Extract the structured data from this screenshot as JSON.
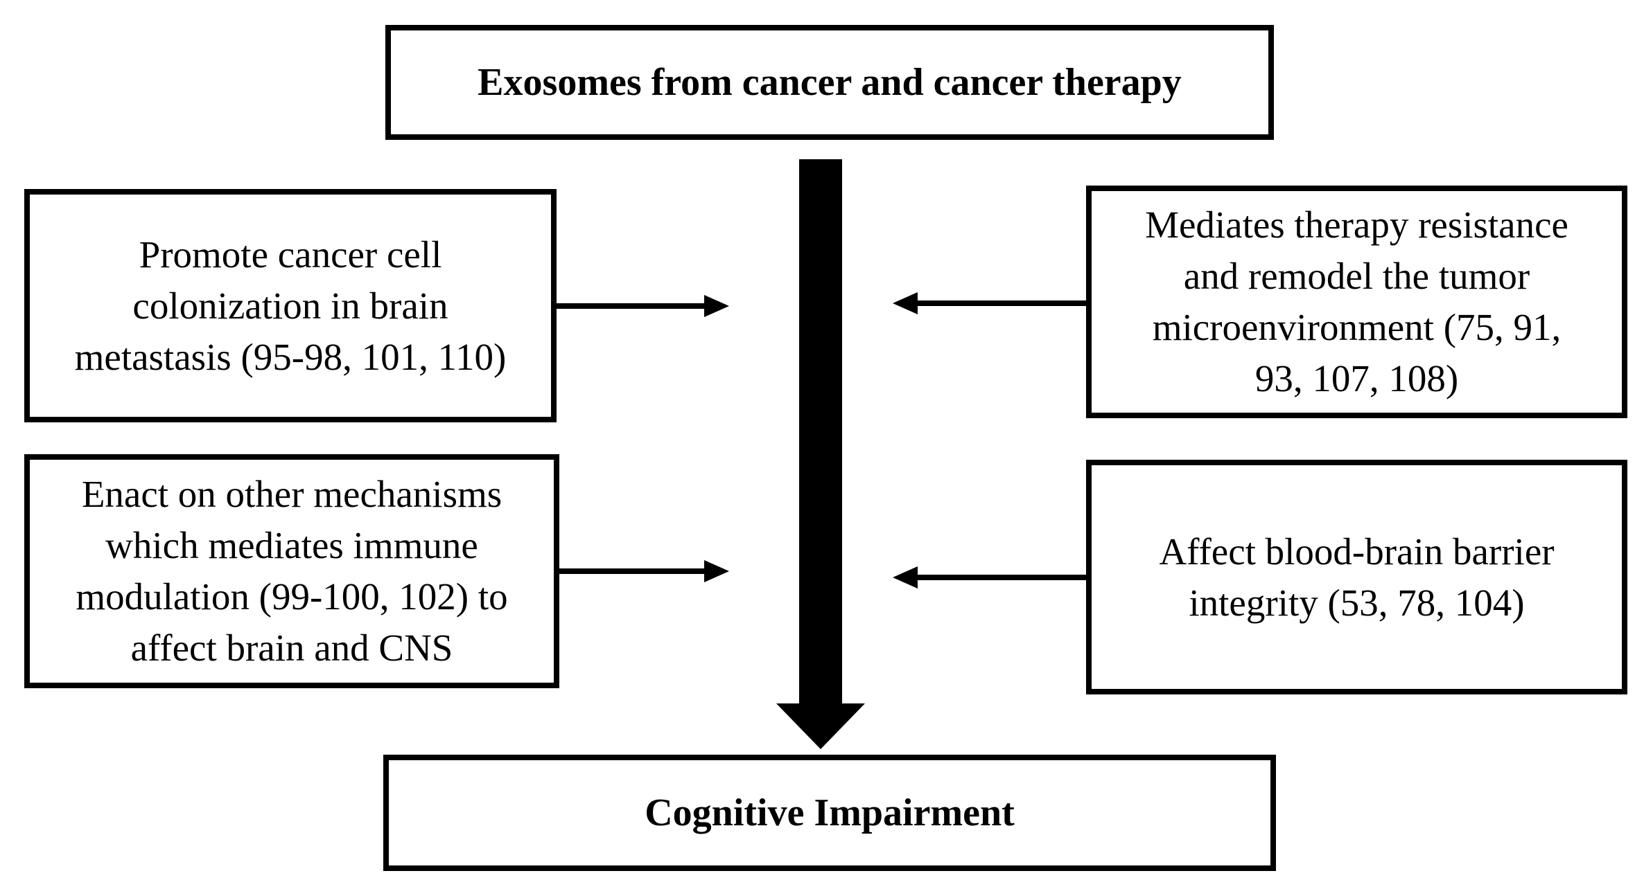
{
  "diagram": {
    "top_box": {
      "text": "Exosomes from cancer and cancer therapy"
    },
    "bottom_box": {
      "text": "Cognitive Impairment"
    },
    "left_top_box": {
      "text": "Promote cancer cell\ncolonization in brain\nmetastasis (95-98, 101, 110)"
    },
    "left_bottom_box": {
      "text": "Enact on other mechanisms\nwhich mediates immune\nmodulation (99-100, 102) to\naffect brain and CNS"
    },
    "right_top_box": {
      "text": "Mediates therapy resistance\nand remodel the tumor\nmicroenvironment (75, 91,\n93, 107, 108)"
    },
    "right_bottom_box": {
      "text": "Affect blood-brain barrier\nintegrity (53, 78, 104)"
    },
    "colors": {
      "line": "#000000",
      "background": "#ffffff"
    }
  }
}
